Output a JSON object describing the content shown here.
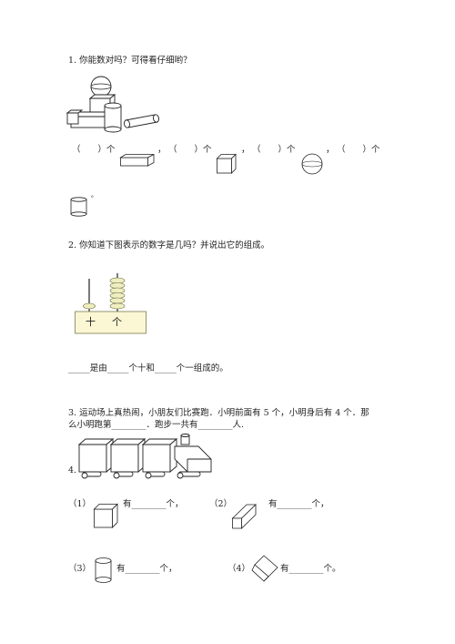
{
  "q1": {
    "title": "1. 你能数对吗？可得看仔细哟？",
    "blanks": [
      "（　　）个",
      "（　　）个",
      "（　　）个",
      "（　　）个"
    ],
    "comma": "，",
    "tail_mark": "。"
  },
  "q2": {
    "title": "2. 你知道下图表示的数字是几吗？并说出它的组成。",
    "place_ten": "十",
    "place_one": "个",
    "answer_line": "_____是由_____个十和_____个一组成的。"
  },
  "q3": {
    "line1": "3. 运动场上真热闹，小朋友们比赛跑．小明前面有 5 个，小明身后有 4 个．那",
    "line2": "么小明跑第________．跑步一共有________人."
  },
  "q4": {
    "number": "4.",
    "items": [
      {
        "label": "（1）",
        "text": "有________个，"
      },
      {
        "label": "（2）",
        "text": "有________个，"
      },
      {
        "label": "（3）",
        "text": "有________个，"
      },
      {
        "label": "（4）",
        "text": "有________个。"
      }
    ]
  }
}
